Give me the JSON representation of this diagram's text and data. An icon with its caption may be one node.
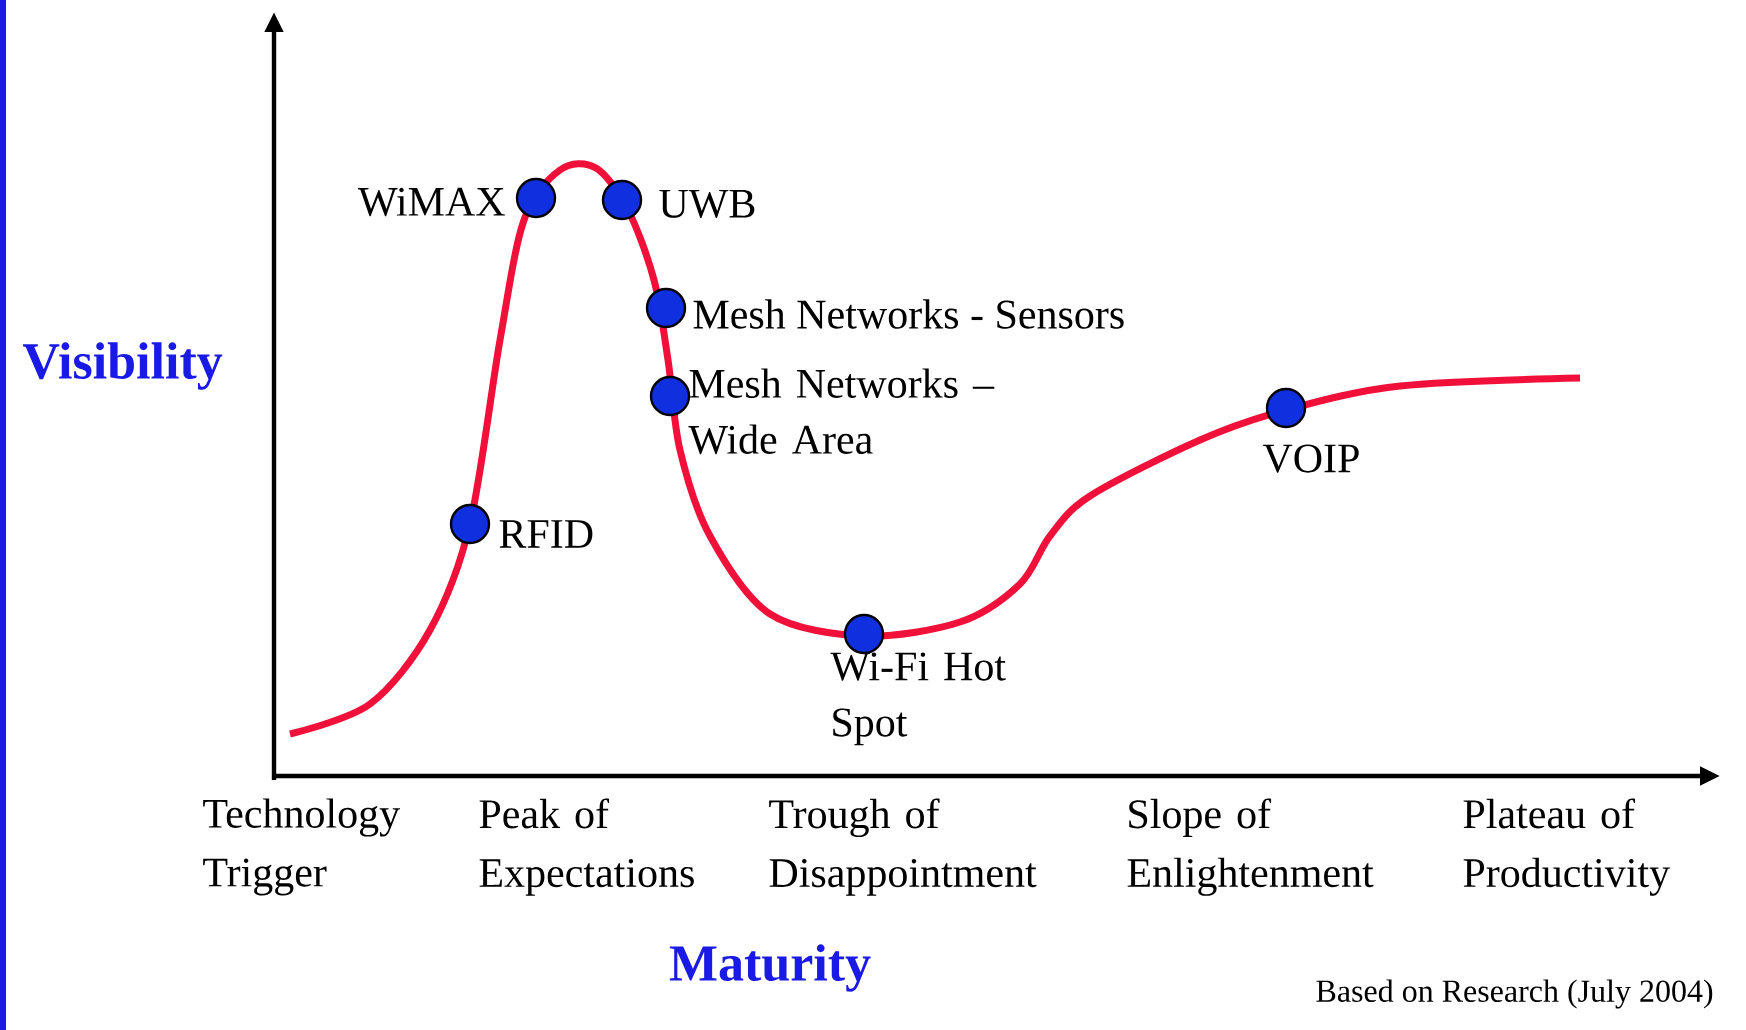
{
  "diagram": {
    "caption": "Based on Research (July 2004)",
    "nodes": [
      {
        "text": [],
        "shape": "circle",
        "beside": [
          "WiMAX"
        ]
      },
      {
        "text": [],
        "shape": "circle",
        "beside": [
          "UWB"
        ]
      },
      {
        "text": [],
        "shape": "circle",
        "beside": [
          "Mesh Networks - Sensors"
        ]
      },
      {
        "text": [],
        "shape": "circle",
        "beside": [
          "Mesh Networks – Wide Area"
        ]
      },
      {
        "text": [],
        "shape": "circle",
        "beside": [
          "RFID"
        ]
      },
      {
        "text": [],
        "shape": "circle",
        "beside": [
          "Wi-Fi Hot Spot"
        ]
      },
      {
        "text": [],
        "shape": "circle",
        "beside": [
          "VOIP"
        ]
      }
    ],
    "edges": [],
    "labels": [
      "Visibility",
      "Technology Trigger",
      "Peak of Expectations",
      "Trough of Disappointment",
      "Slope of Enlightenment",
      "Plateau of Productivity",
      "Maturity"
    ]
  }
}
